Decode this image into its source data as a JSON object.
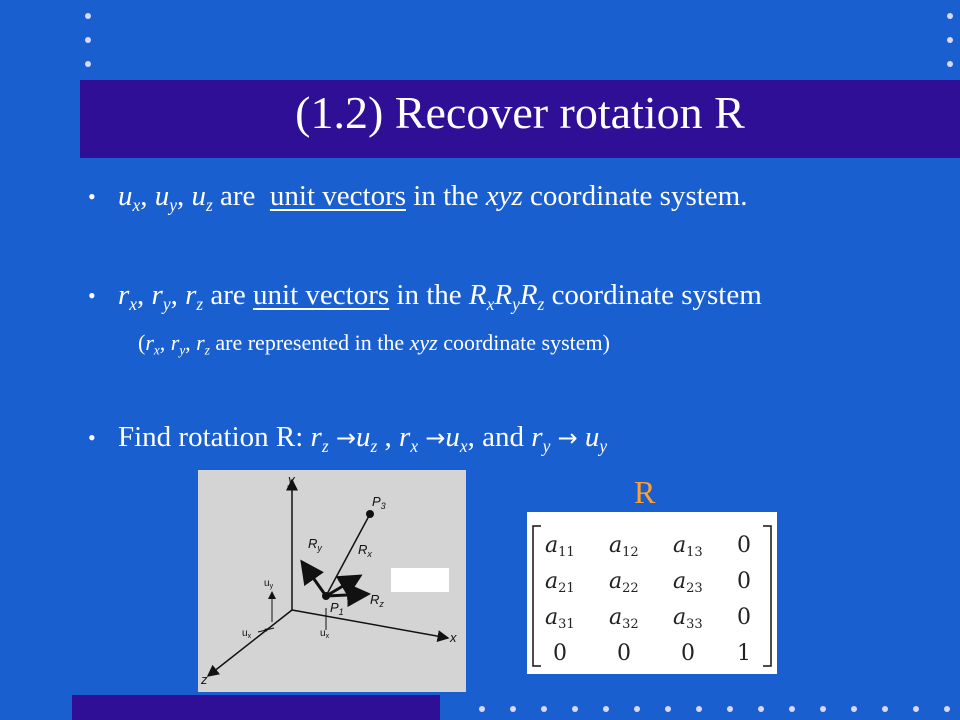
{
  "slide": {
    "title": "(1.2) Recover rotation R",
    "bullet_char": "•",
    "b1": {
      "u1": "u",
      "x1": "x",
      "sep1": ", ",
      "u2": "u",
      "y1": "y",
      "sep2": ", ",
      "u3": "u",
      "z1": "z",
      "pre": " are  ",
      "link": "unit vectors",
      "mid": " in the ",
      "xyz": "xyz",
      "post": " coordinate system."
    },
    "b2": {
      "r1": "r",
      "x1": "x",
      "sep1": ", ",
      "r2": "r",
      "y1": "y",
      "sep2": ", ",
      "r3": "r",
      "z1": "z",
      "pre": " are ",
      "link": "unit vectors",
      "mid": " in the ",
      "R1": "R",
      "Rx": "x",
      "R2": "R",
      "Ry": "y",
      "R3": "R",
      "Rz": "z",
      "post": " coordinate system"
    },
    "b2_sub": {
      "open": "(",
      "r1": "r",
      "x1": "x",
      "sep1": ", ",
      "r2": "r",
      "y1": "y",
      "sep2": ", ",
      "r3": "r",
      "z1": "z",
      "mid": " are represented in the ",
      "xyz": "xyz",
      "post": " coordinate system)"
    },
    "b3": {
      "pre": "Find rotation R: ",
      "r1": "r",
      "s1": "z",
      "arrow": "→",
      "u1": "u",
      "t1": "z",
      "sep1": " , ",
      "r2": "r",
      "s2": "x",
      "u2": "u",
      "t2": "x",
      "sep2": ", and ",
      "r3": "r",
      "s3": "y",
      "u3": "u",
      "t3": "y"
    },
    "r_label": "R",
    "colors": {
      "background": "#1a5fd0",
      "band": "#2e0f96",
      "accent": "#ffa030"
    }
  },
  "figure": {
    "axis_y": "y",
    "axis_x": "x",
    "axis_z": "z",
    "p3": "P",
    "p3_sub": "3",
    "p1": "P",
    "p1_sub": "1",
    "ry": "R",
    "ry_sub": "y",
    "rx": "R",
    "rx_sub": "x",
    "rz": "R",
    "rz_sub": "z",
    "uy": "u",
    "uy_sub": "y",
    "ux1": "u",
    "ux1_sub": "x",
    "ux2": "u",
    "ux2_sub": "x"
  },
  "matrix": {
    "rows": [
      {
        "c1": "a",
        "s1": "11",
        "c2": "a",
        "s2": "12",
        "c3": "a",
        "s3": "13",
        "c4": "0"
      },
      {
        "c1": "a",
        "s1": "21",
        "c2": "a",
        "s2": "22",
        "c3": "a",
        "s3": "23",
        "c4": "0"
      },
      {
        "c1": "a",
        "s1": "31",
        "c2": "a",
        "s2": "32",
        "c3": "a",
        "s3": "33",
        "c4": "0"
      },
      {
        "c1": "0",
        "s1": "",
        "c2": "0",
        "s2": "",
        "c3": "0",
        "s3": "",
        "c4": "1"
      }
    ]
  }
}
